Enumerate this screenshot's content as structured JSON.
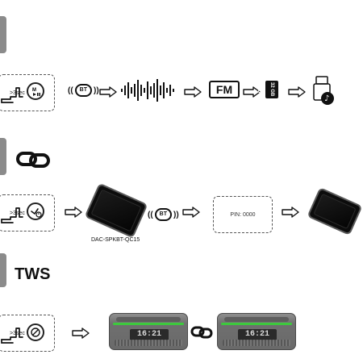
{
  "steps": {
    "step1": {
      "press_label": ">3sec"
    },
    "step2": {
      "press_label": ">3sec",
      "device_name": "DAC-SPKBT-QC15",
      "pin_text": "PIN: 0000"
    },
    "step3": {
      "press_label": ">3sec",
      "tws_label": "TWS"
    }
  },
  "labels": {
    "bt": "BT",
    "fm": "FM",
    "sd": "32 GB SD",
    "speaker_time": "16:21"
  },
  "colors": {
    "accent_green": "#3dc93d",
    "tab_gray": "#8b8b8b"
  },
  "icons": {
    "mode": "mode-icon",
    "link": "link-icon",
    "pair": "pair-icon",
    "power": "power-icon",
    "usb": "usb-icon",
    "music_note": "music-note-icon"
  }
}
